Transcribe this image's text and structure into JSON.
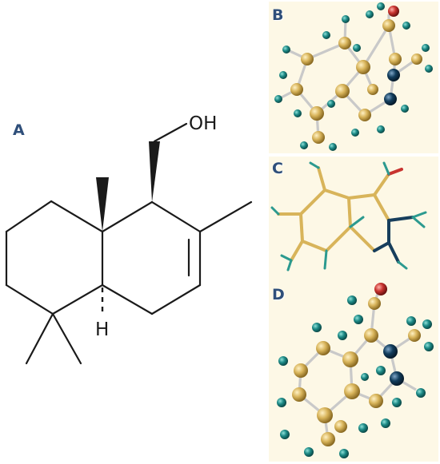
{
  "panels": {
    "a": {
      "label": "A",
      "hydroxyl": "OH",
      "hydrogen": "H"
    },
    "b": {
      "label": "B"
    },
    "c": {
      "label": "C"
    },
    "d": {
      "label": "D"
    }
  },
  "colors": {
    "bond": "#1a1a1a",
    "carbon": "#d8b45a",
    "hydrogen": "#1d8a86",
    "nitrogen": "#123d5c",
    "oxygen": "#c8332f",
    "stick": "#c9c9c9",
    "render_background": "#fdf8e6",
    "label": "#2f4f7a"
  }
}
